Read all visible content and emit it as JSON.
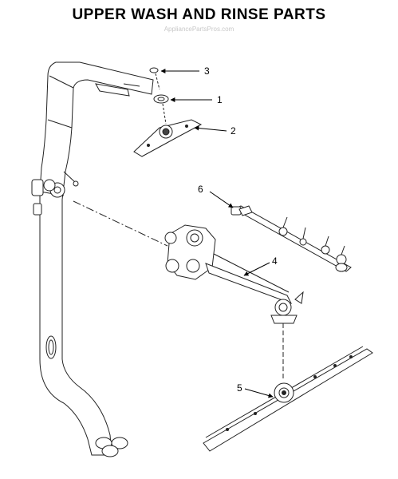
{
  "title": "UPPER WASH AND RINSE PARTS",
  "watermark": "AppliancePartsPros.com",
  "callouts": [
    {
      "id": "callout-3",
      "label": "3"
    },
    {
      "id": "callout-1",
      "label": "1"
    },
    {
      "id": "callout-2",
      "label": "2"
    },
    {
      "id": "callout-6",
      "label": "6"
    },
    {
      "id": "callout-4",
      "label": "4"
    },
    {
      "id": "callout-5",
      "label": "5"
    }
  ]
}
